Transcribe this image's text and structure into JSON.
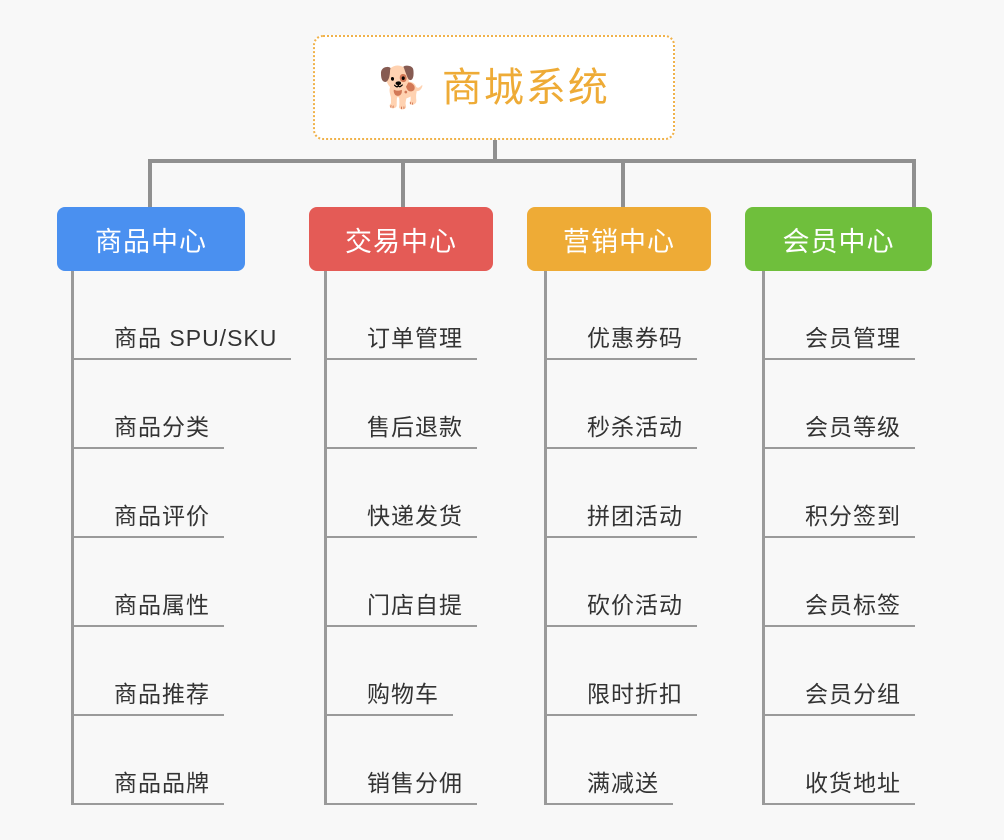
{
  "diagram": {
    "title": "商城系统",
    "background_color": "#f8f8f8",
    "root": {
      "label": "商城系统",
      "emoji": "🐕",
      "emoji_name": "shiba-inu-dog-face",
      "text_color": "#eeab36",
      "border_color": "#f0b24a",
      "background_color": "#ffffff"
    },
    "connector_color": "#909090",
    "leaf_line_color": "#9a9a9a",
    "categories": [
      {
        "label": "商品中心",
        "color": "#4a90f0",
        "items": [
          "商品 SPU/SKU",
          "商品分类",
          "商品评价",
          "商品属性",
          "商品推荐",
          "商品品牌"
        ]
      },
      {
        "label": "交易中心",
        "color": "#e45b56",
        "items": [
          "订单管理",
          "售后退款",
          "快递发货",
          "门店自提",
          "购物车",
          "销售分佣"
        ]
      },
      {
        "label": "营销中心",
        "color": "#eeab36",
        "items": [
          "优惠券码",
          "秒杀活动",
          "拼团活动",
          "砍价活动",
          "限时折扣",
          "满减送"
        ]
      },
      {
        "label": "会员中心",
        "color": "#6fbf3c",
        "items": [
          "会员管理",
          "会员等级",
          "积分签到",
          "会员标签",
          "会员分组",
          "收货地址"
        ]
      }
    ]
  }
}
